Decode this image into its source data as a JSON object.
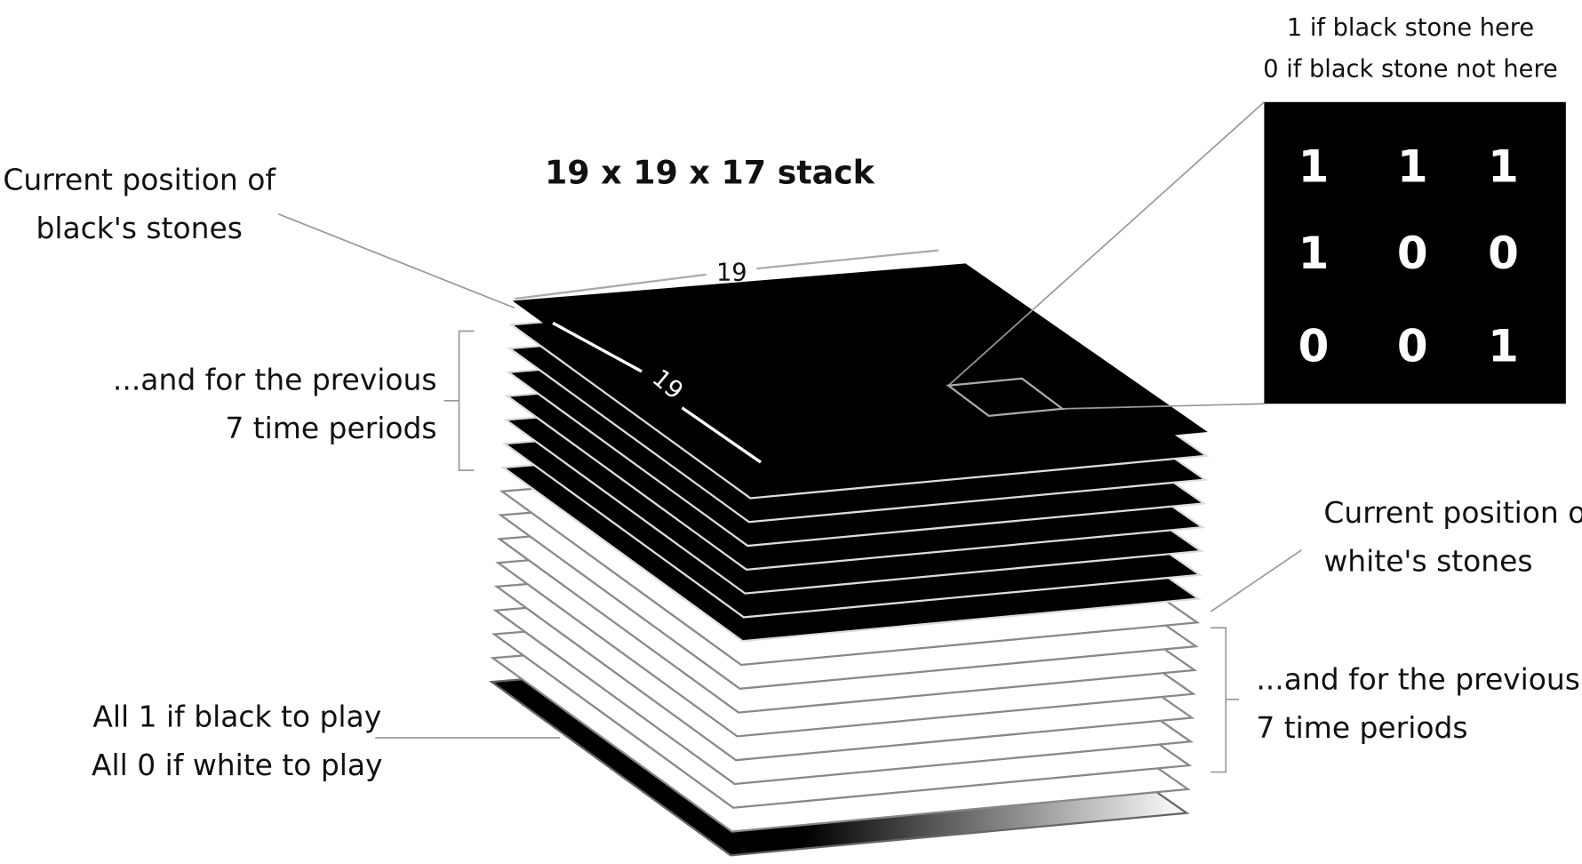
{
  "title": "19 x 19 x 17 stack",
  "dims": {
    "width_label": "19",
    "depth_label": "19"
  },
  "labels": {
    "black_current": [
      "Current position of",
      "black's stones"
    ],
    "black_previous": [
      "...and for the previous",
      "7 time periods"
    ],
    "white_current": [
      "Current position of",
      "white's stones"
    ],
    "white_previous": [
      "...and for the previous",
      "7 time periods"
    ],
    "to_play": [
      "All 1 if black to play",
      "All 0 if white to play"
    ],
    "inset_caption": [
      "1 if black stone here",
      "0 if black stone not here"
    ]
  },
  "inset_grid": [
    [
      "1",
      "1",
      "1"
    ],
    [
      "1",
      "0",
      "0"
    ],
    [
      "0",
      "0",
      "1"
    ]
  ],
  "layers": {
    "black": 8,
    "white": 8,
    "color": 1
  },
  "colors": {
    "black_plane": "#000000",
    "white_plane": "#ffffff",
    "outline": "#888888"
  }
}
